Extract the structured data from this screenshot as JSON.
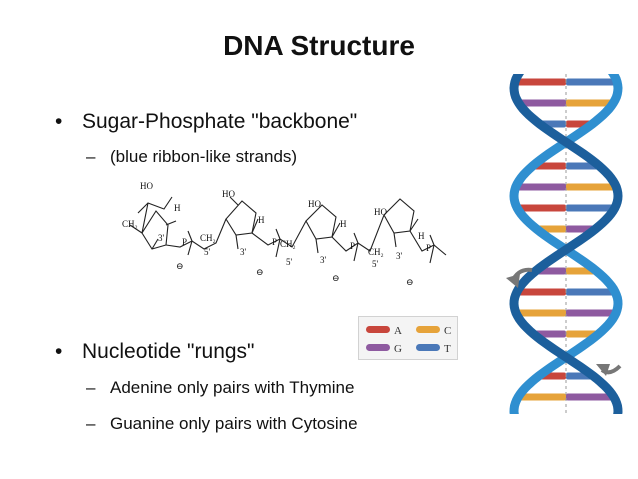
{
  "slide": {
    "title": "DNA Structure",
    "bullets": [
      {
        "text": "Sugar-Phosphate \"backbone\"",
        "sub": [
          "(blue ribbon-like strands)"
        ]
      },
      {
        "text": "Nucleotide \"rungs\"",
        "sub": [
          "Adenine only pairs with Thymine",
          "Guanine only pairs with Cytosine"
        ]
      }
    ],
    "bullet_glyph": "•",
    "dash_glyph": "–"
  },
  "legend": {
    "items": [
      {
        "label": "A",
        "color": "#c8463c"
      },
      {
        "label": "C",
        "color": "#e6a33a"
      },
      {
        "label": "G",
        "color": "#8e5aa0"
      },
      {
        "label": "T",
        "color": "#4a78b8"
      }
    ]
  },
  "molecule": {
    "labels": {
      "ho": "HO",
      "h": "H",
      "o": "O",
      "ch2": "CH₂",
      "p": "P",
      "three": "3'",
      "five": "5'",
      "neg": "⊖"
    }
  },
  "colors": {
    "helix_blue": "#2f8fd0",
    "helix_dark": "#1c5f9c",
    "axis": "#9a9a9a"
  }
}
